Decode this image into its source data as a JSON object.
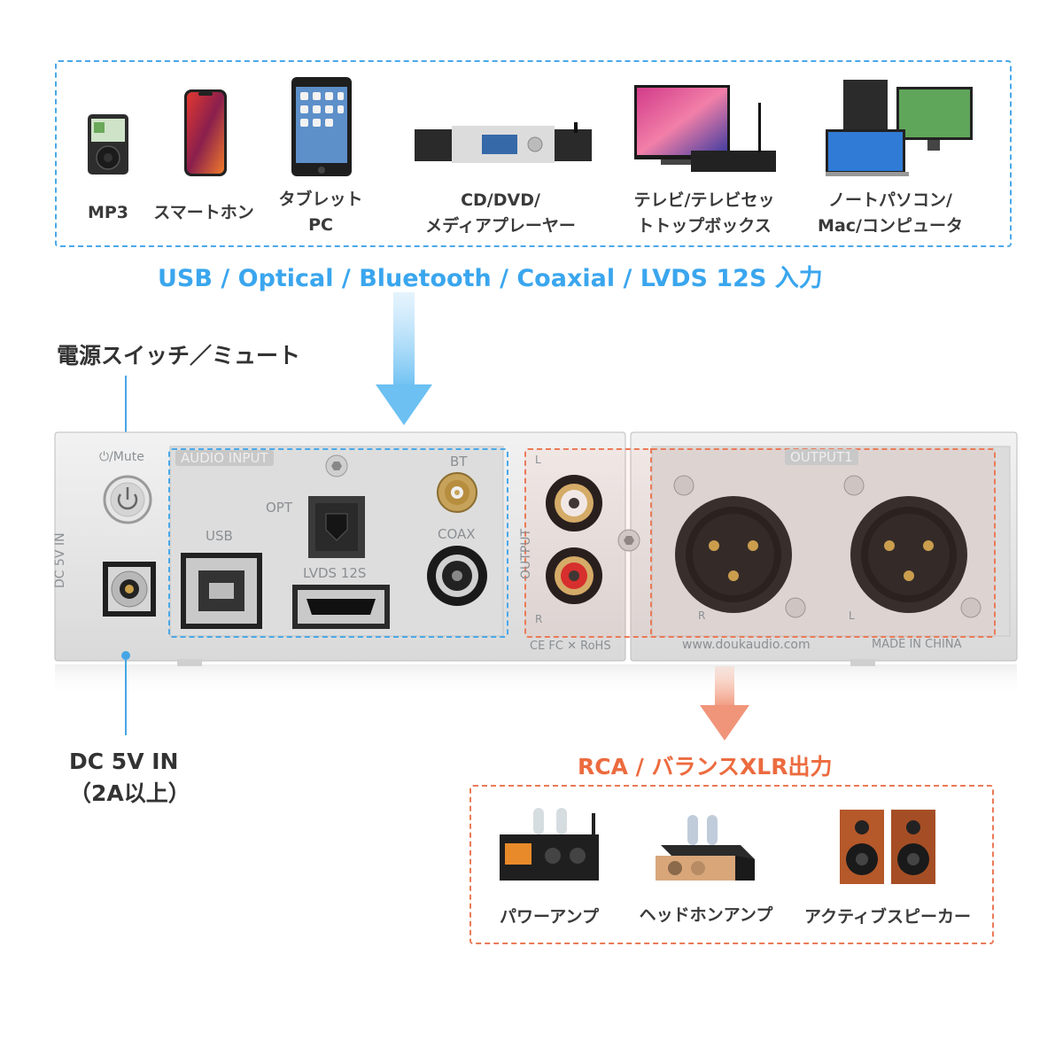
{
  "sources": {
    "items": [
      {
        "label": "MP3",
        "icon": "mp3-player-icon"
      },
      {
        "label": "スマートホン",
        "icon": "smartphone-icon"
      },
      {
        "label": "タブレット\nPC",
        "icon": "tablet-icon"
      },
      {
        "label": "CD/DVD/\nメディアプレーヤー",
        "icon": "media-player-icon"
      },
      {
        "label": "テレビ/テレビセッ\nトトップボックス",
        "icon": "tv-settop-box-icon"
      },
      {
        "label": "ノートパソコン/\nMac/コンピュータ",
        "icon": "computer-icon"
      }
    ]
  },
  "input_headline": "USB / Optical / Bluetooth / Coaxial / LVDS 12S 入力",
  "power_callout": "電源スイッチ／ミュート",
  "dc_callout": "DC 5V IN\n（2A以上）",
  "output_headline": "RCA / バランスXLR出力",
  "outputs": {
    "items": [
      {
        "label": "パワーアンプ",
        "icon": "power-amplifier-icon"
      },
      {
        "label": "ヘッドホンアンプ",
        "icon": "headphone-amplifier-icon"
      },
      {
        "label": "アクティブスピーカー",
        "icon": "active-speaker-icon"
      }
    ]
  },
  "panel": {
    "mute_label": "⏻/Mute",
    "audio_input_label": "AUDIO INPUT",
    "usb_label": "USB",
    "opt_label": "OPT",
    "lvds_label": "LVDS 12S",
    "bt_label": "BT",
    "coax_label": "COAX",
    "dc_label": "DC 5V IN",
    "output_label": "OUTPUT",
    "output1_label": "OUTPUT1",
    "rca_l": "L",
    "rca_r": "R",
    "xlr_r": "R",
    "xlr_l": "L",
    "cert_label": "CE FC ✕ RoHS",
    "website": "www.doukaudio.com",
    "made_in": "MADE IN CHINA"
  },
  "colors": {
    "accent_blue": "#3aa6ee",
    "accent_orange": "#ec6b3f"
  }
}
